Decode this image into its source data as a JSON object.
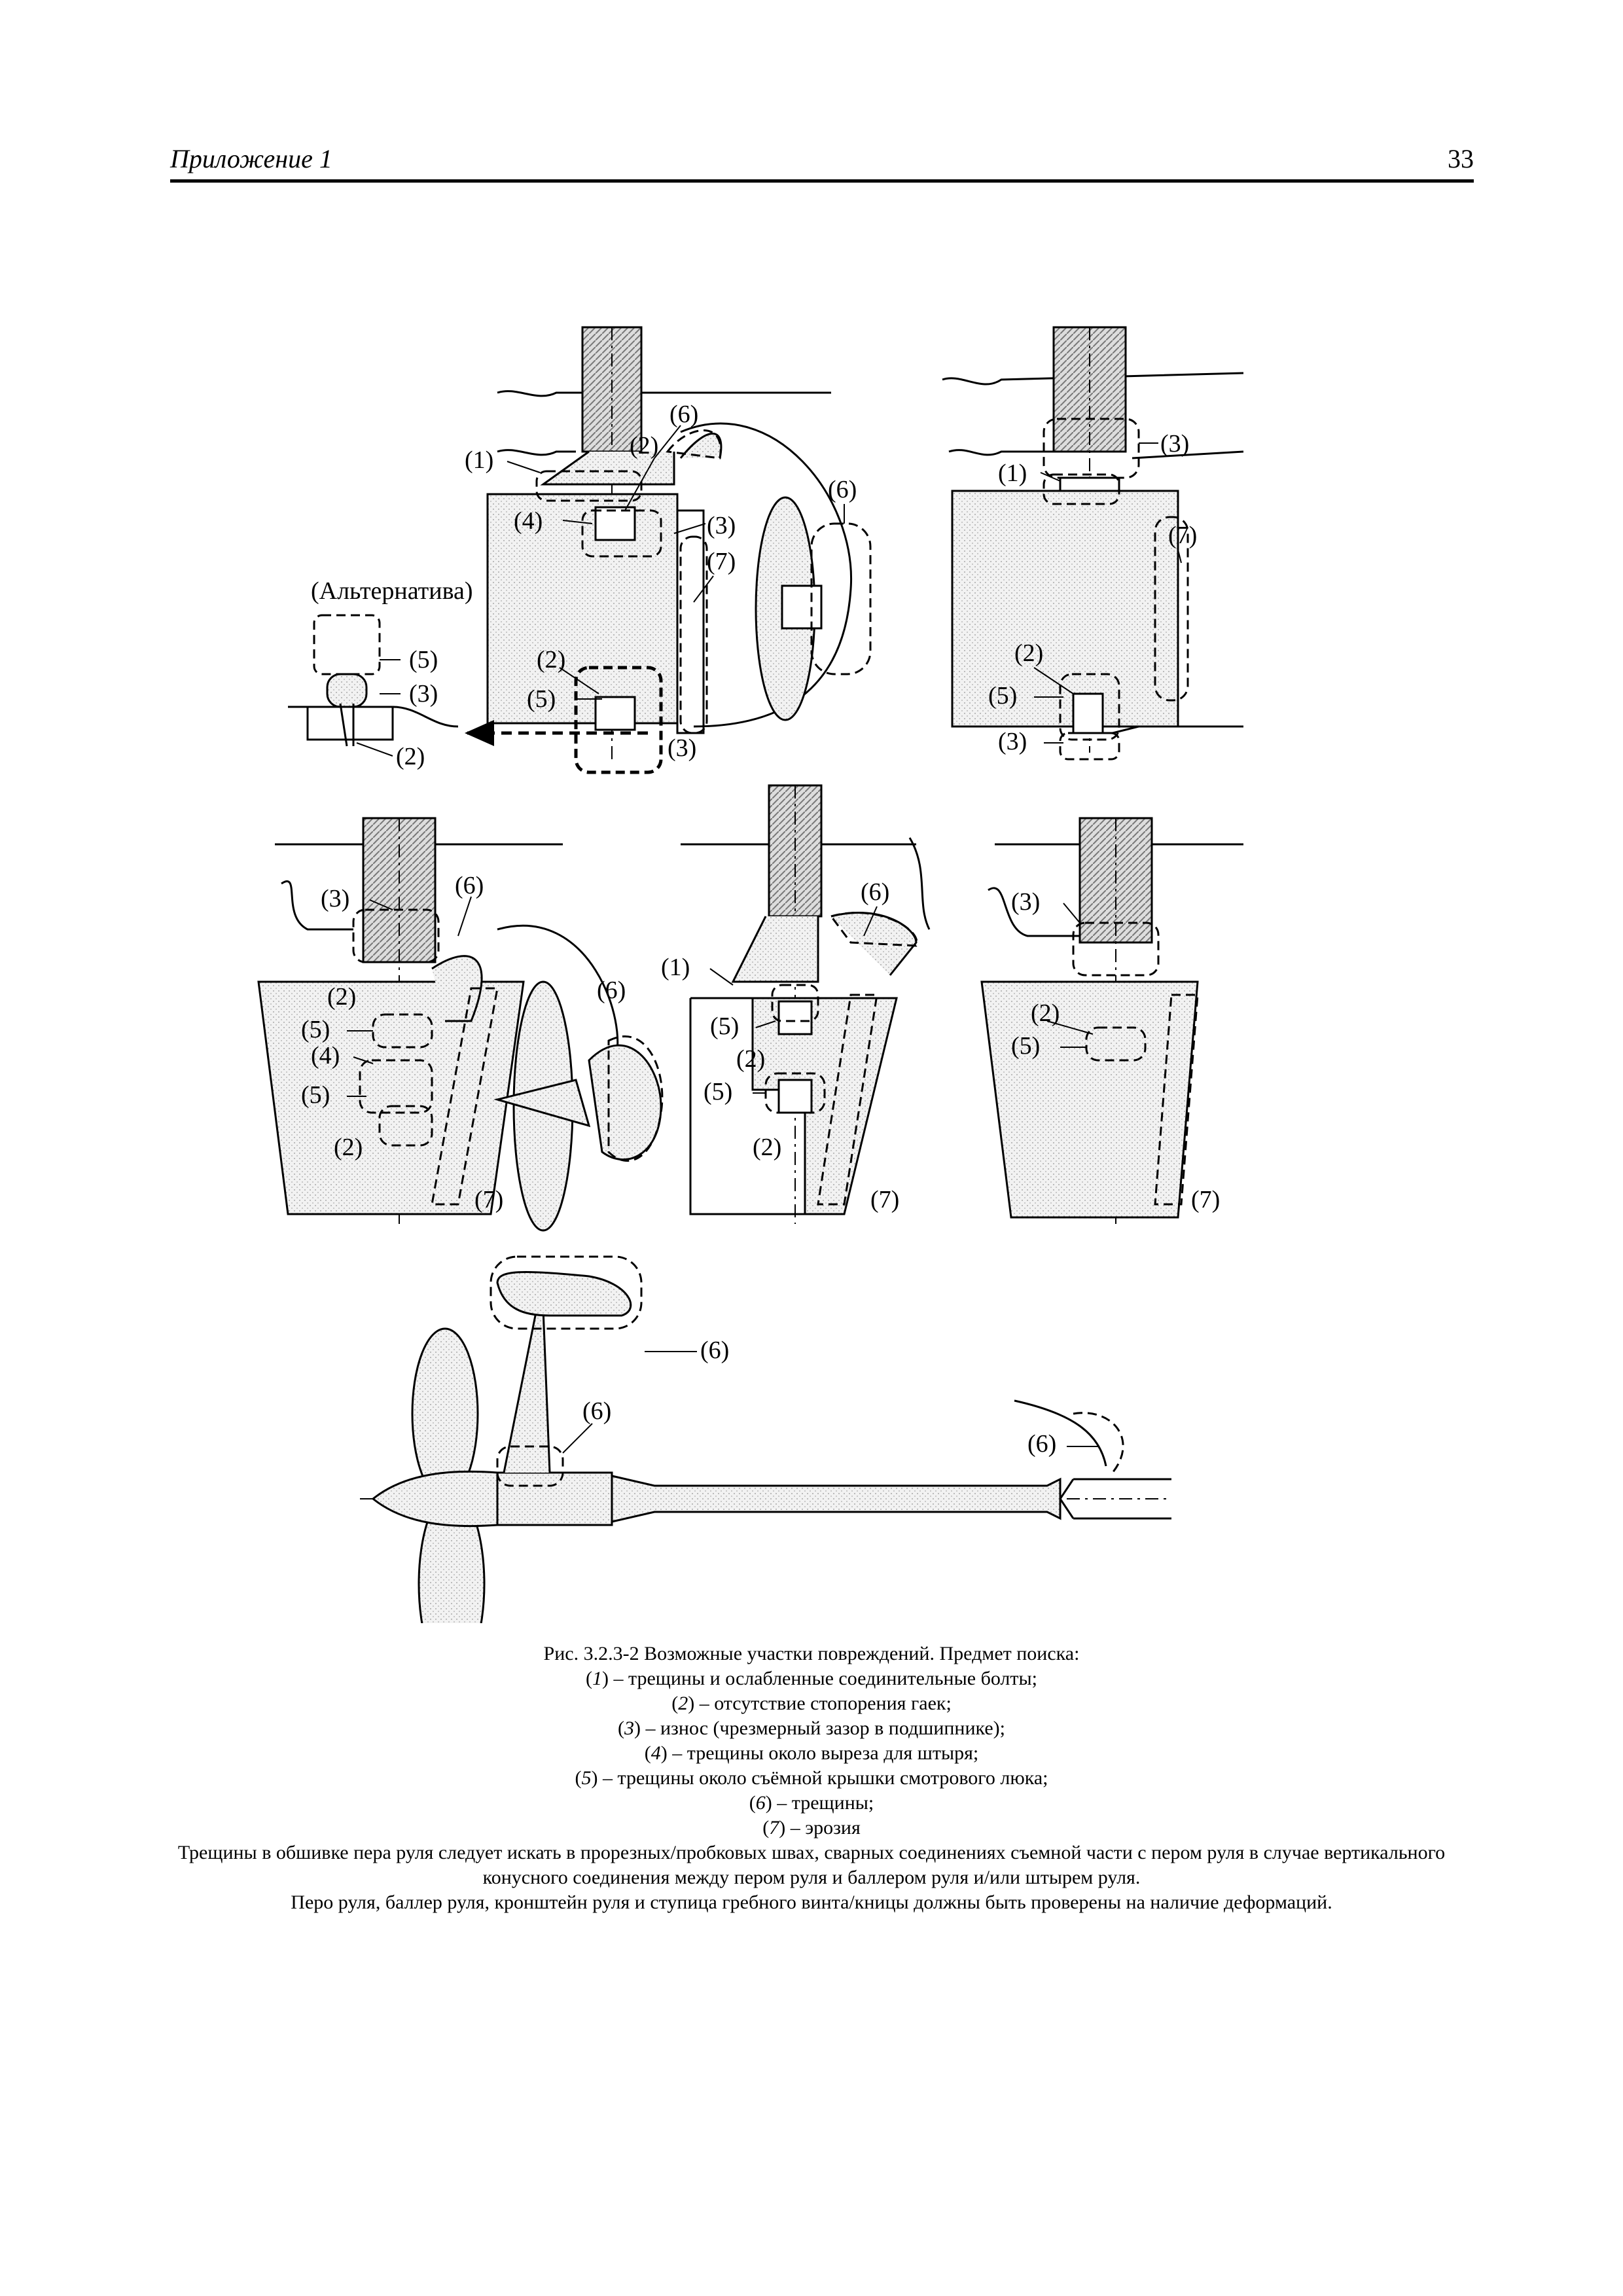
{
  "header": {
    "title": "Приложение 1",
    "page_number": "33"
  },
  "figure": {
    "labels": {
      "l1": "(1)",
      "l2": "(2)",
      "l3": "(3)",
      "l4": "(4)",
      "l5": "(5)",
      "l6": "(6)",
      "l7": "(7)",
      "alternative": "(Альтернатива)"
    }
  },
  "caption": {
    "title": "Рис. 3.2.3-2 Возможные участки повреждений. Предмет поиска:",
    "items": [
      {
        "num": "1",
        "text": " – трещины и ослабленные соединительные болты;"
      },
      {
        "num": "2",
        "text": " – отсутствие стопорения гаек;"
      },
      {
        "num": "3",
        "text": " – износ (чрезмерный зазор в подшипнике);"
      },
      {
        "num": "4",
        "text": " – трещины около выреза для штыря;"
      },
      {
        "num": "5",
        "text": " – трещины около съёмной крышки смотрового люка;"
      },
      {
        "num": "6",
        "text": " – трещины;"
      },
      {
        "num": "7",
        "text": " – эрозия"
      }
    ],
    "note1": "Трещины в обшивке пера руля следует искать в прорезных/пробковых швах, сварных соединениях съемной части с пером руля в случае вертикального конусного соединения между пером руля и баллером руля и/или штырем руля.",
    "note2": "Перо руля, баллер руля, кронштейн руля и ступица гребного винта/кницы должны быть проверены на наличие деформаций."
  }
}
